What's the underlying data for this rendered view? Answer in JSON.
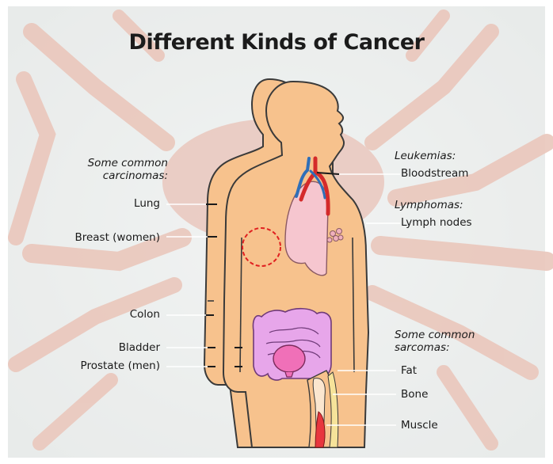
{
  "title": "Different Kinds of Cancer",
  "left": {
    "heading_line1": "Some common",
    "heading_line2": "carcinomas:",
    "items": [
      "Lung",
      "Breast (women)",
      "Colon",
      "Bladder",
      "Prostate (men)"
    ]
  },
  "right": {
    "leukemia_heading": "Leukemias:",
    "leukemia_item": "Bloodstream",
    "lymphoma_heading": "Lymphomas:",
    "lymphoma_item": "Lymph nodes",
    "sarcoma_heading_line1": "Some common",
    "sarcoma_heading_line2": "sarcomas:",
    "sarcoma_items": [
      "Fat",
      "Bone",
      "Muscle"
    ]
  },
  "colors": {
    "body_skin": "#f7c28d",
    "body_outline": "#3a3a3a",
    "lung": "#f6c6cf",
    "artery": "#d42a2a",
    "vein": "#2f6fb8",
    "intestine": "#e7a6ea",
    "bladder": "#f070b8",
    "breast_circle": "#e02020",
    "background": "#dfe3e1"
  }
}
